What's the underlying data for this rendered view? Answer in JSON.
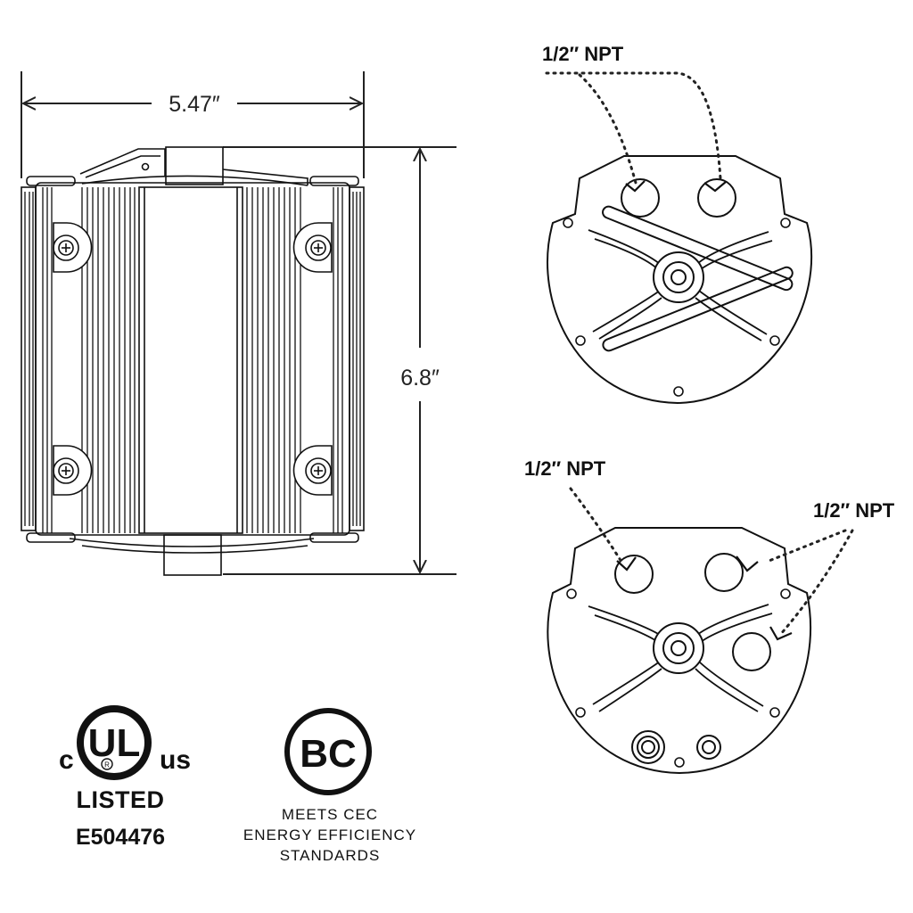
{
  "dimensions": {
    "width": "5.47″",
    "height": "6.8″"
  },
  "top_view": {
    "callout": "1/2″ NPT"
  },
  "bottom_view": {
    "callout_left": "1/2″ NPT",
    "callout_right": "1/2″ NPT"
  },
  "ul_mark": {
    "c": "c",
    "ul": "UL",
    "us": "us",
    "reg": "R",
    "listed": "LISTED",
    "file_number": "E504476"
  },
  "bc_mark": {
    "logo": "BC",
    "line1": "MEETS CEC",
    "line2": "ENERGY EFFICIENCY",
    "line3": "STANDARDS"
  }
}
